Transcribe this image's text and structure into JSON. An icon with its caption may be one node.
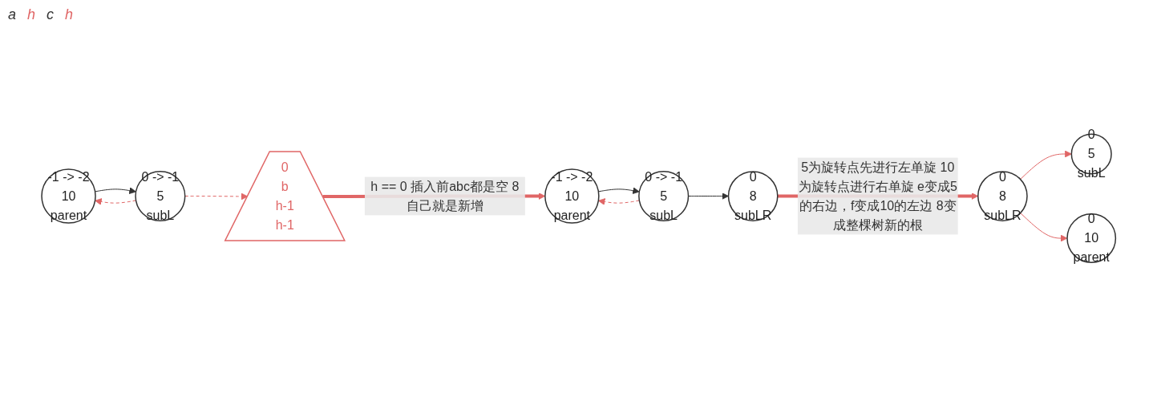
{
  "diagram": {
    "nodes": [
      {
        "text": [
          "-1 -> -2",
          "10",
          "parent"
        ]
      },
      {
        "text": [
          "0 -> -1",
          "5",
          "subL"
        ]
      },
      {
        "text": [
          "0",
          "b",
          "h-1",
          "h-1"
        ]
      },
      {
        "text": [
          "-1 -> -2",
          "10",
          "parent"
        ]
      },
      {
        "text": [
          "0 -> -1",
          "5",
          "subL"
        ]
      },
      {
        "text": [
          "0",
          "8",
          "subLR"
        ]
      },
      {
        "text": [
          "0",
          "8",
          "subLR"
        ]
      },
      {
        "text": [
          "0",
          "5",
          "subL"
        ]
      },
      {
        "text": [
          "0",
          "10",
          "parent"
        ]
      }
    ],
    "edges": [
      {
        "from": 0,
        "to": 1,
        "arrow": "to",
        "color": "#333333"
      },
      {
        "from": 1,
        "to": 0,
        "arrow": "to",
        "style": "dashed"
      },
      {
        "from": 1,
        "to": 2,
        "arrow": "to",
        "style": "dashed"
      },
      {
        "from": 2,
        "to": 3,
        "arrow": "to",
        "style": "thick",
        "label": "h == 0 插入前abc都是空 8自己就是新增"
      },
      {
        "from": 3,
        "to": 4,
        "arrow": "to",
        "color": "#333333"
      },
      {
        "from": 4,
        "to": 3,
        "arrow": "to",
        "style": "dashed"
      },
      {
        "from": 4,
        "to": 5,
        "arrow": "to",
        "color": "#333333"
      },
      {
        "from": 5,
        "to": 6,
        "arrow": "to",
        "style": "thick",
        "label": "5为旋转点先进行左单旋 10为旋转点进行右单旋 e变成5的右边，f变成10的左边 8变成整棵树新的根"
      },
      {
        "from": 6,
        "to": 7,
        "arrow": "to"
      },
      {
        "from": 6,
        "to": 8,
        "arrow": "to"
      }
    ],
    "labels": [
      "a",
      "h",
      "c",
      "h"
    ]
  }
}
